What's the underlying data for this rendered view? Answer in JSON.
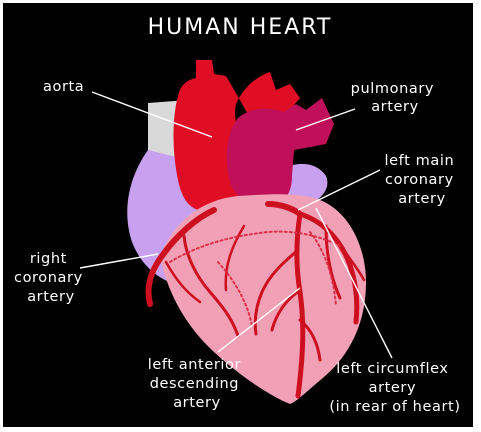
{
  "title": "HUMAN HEART",
  "labels": {
    "aorta": [
      "aorta"
    ],
    "pulmonary_artery": [
      "pulmonary",
      "artery"
    ],
    "left_main_coronary_artery": [
      "left main",
      "coronary",
      "artery"
    ],
    "right_coronary_artery": [
      "right",
      "coronary",
      "artery"
    ],
    "left_anterior_descending_artery": [
      "left anterior",
      "descending",
      "artery"
    ],
    "left_circumflex_artery": [
      "left circumflex",
      "artery",
      "(in rear of heart)"
    ]
  },
  "colors": {
    "background": "#000000",
    "aorta": "#e00e24",
    "pulmonary_artery": "#c0105a",
    "atrium": "#c8a0f0",
    "vena_cava": "#d9d9d9",
    "ventricle": "#f2a0b6",
    "artery": "#cc1020",
    "label": "#ffffff"
  }
}
